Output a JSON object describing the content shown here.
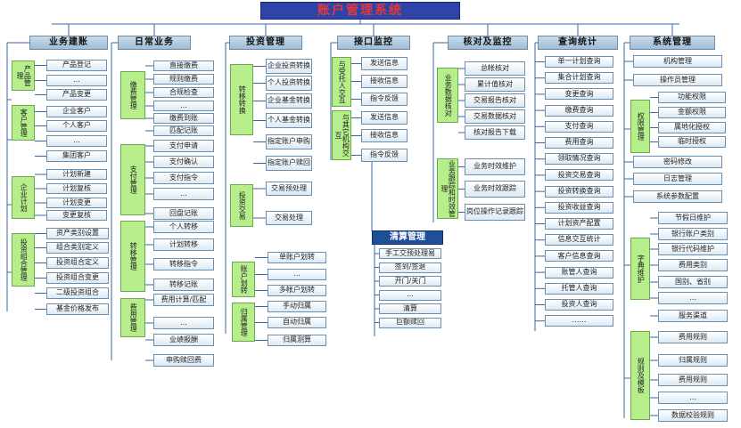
{
  "title": "账户管理系统",
  "columns": [
    {
      "header": "业务建账",
      "groups": [
        {
          "label": "产品管理",
          "items": [
            "产品登记",
            "...",
            "产品变更"
          ]
        },
        {
          "label": "客户管理",
          "items": [
            "企业客户",
            "个人客户",
            "...",
            "集团客户"
          ]
        },
        {
          "label": "企业计划",
          "items": [
            "计划新建",
            "计划复核",
            "计划变更",
            "变更复核"
          ]
        },
        {
          "label": "投资组合管理",
          "items": [
            "资产类别设置",
            "组合类别定义",
            "投资组合定义",
            "投资组合变更",
            "二级投资组合",
            "基金价格发布"
          ]
        }
      ]
    },
    {
      "header": "日常业务",
      "groups": [
        {
          "label": "缴费管理",
          "items": [
            "直接缴费",
            "规则缴费",
            "合规检查",
            "...",
            "缴费到账",
            "匹配记账"
          ]
        },
        {
          "label": "支付管理",
          "items": [
            "支付申请",
            "支付确认",
            "支付指令",
            "...",
            "回盘记账"
          ]
        },
        {
          "label": "转移管理",
          "items": [
            "个人转移",
            "计划转移",
            "转移指令",
            "转移记账"
          ]
        },
        {
          "label": "费用管理",
          "items": [
            "费用计算/匹配",
            "...",
            "业绩报酬",
            "申购赎回费"
          ]
        }
      ]
    },
    {
      "header": "投资管理",
      "groups": [
        {
          "label": "转移转换",
          "items": [
            "企业投资转换",
            "个人投资转换",
            "企业基金转换",
            "个人基金转换",
            "指定账户申购",
            "指定账户赎回"
          ]
        },
        {
          "label": "投资交易",
          "items": [
            "交易预处理",
            "交易处理"
          ]
        },
        {
          "label": "账户划转",
          "items": [
            "单账户划转",
            "...",
            "多帐户划转"
          ]
        },
        {
          "label": "归属管理",
          "items": [
            "手动归属",
            "自动归属",
            "归属测算"
          ]
        }
      ]
    },
    {
      "header": "接口监控",
      "groups": [
        {
          "label": "与受托人交互",
          "items": [
            "发送信息",
            "接收信息",
            "指令反馈"
          ]
        },
        {
          "label": "与其它机构交互",
          "items": [
            "发送信息",
            "接收信息",
            "指令反馈"
          ]
        }
      ]
    },
    {
      "header": "核对及监控",
      "groups": [
        {
          "label": "业务数据核对",
          "items": [
            "总帐核对",
            "累计值核对",
            "交易报告核对",
            "交易数据核对",
            "核对报告下载"
          ]
        },
        {
          "label": "业务跟踪和时效管理",
          "items": [
            "业务时效维护",
            "业务时效跟踪",
            "岗位操作记录跟踪"
          ]
        }
      ]
    },
    {
      "header": "查询统计",
      "items": [
        "单一计划查询",
        "集合计划查询",
        "变更查询",
        "缴费查询",
        "支付查询",
        "费用查询",
        "领取情况查询",
        "投资交易查询",
        "投资转换查询",
        "投资收益查询",
        "计划资产配置",
        "信息交互统计",
        "客户信息查询",
        "账管人查询",
        "托管人查询",
        "投资人查询",
        "……"
      ]
    },
    {
      "header": "系统管理",
      "top_items": [
        "机构管理",
        "操作员管理"
      ],
      "groups": [
        {
          "label": "权限管理",
          "items": [
            "功能权限",
            "金额权限",
            "属地化授权",
            "临时授权"
          ]
        }
      ],
      "mid_items": [
        "密码修改",
        "日志管理",
        "系统参数配置"
      ],
      "groups2": [
        {
          "label": "字典维护",
          "items": [
            "节假日维护",
            "银行账户类别",
            "银行代码维护",
            "费用类别",
            "国别、省别",
            "...",
            "服务渠道"
          ]
        },
        {
          "label": "规则及模板",
          "items": [
            "费用规则",
            "归属规则",
            "费用规则",
            "...",
            "数据校验规则"
          ]
        }
      ]
    }
  ],
  "clearing": {
    "header": "清算管理",
    "items": [
      "手工交预处理易",
      "签到/签退",
      "开门/关门",
      "...",
      "清算",
      "巨额赎回"
    ]
  }
}
